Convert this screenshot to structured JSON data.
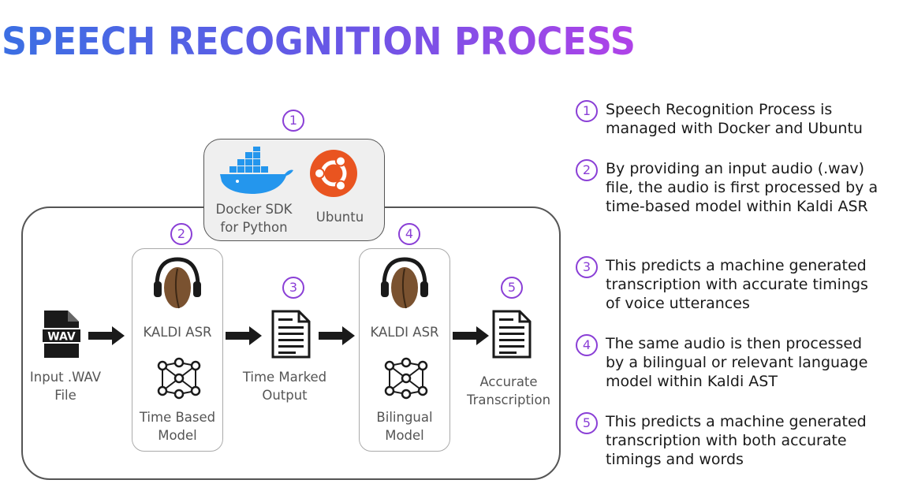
{
  "title": "SPEECH RECOGNITION PROCESS",
  "colors": {
    "title_gradient_start": "#3b6fe3",
    "title_gradient_end": "#b042e8",
    "step_circle": "#8a3fd6",
    "ubuntu_orange": "#e95420",
    "docker_blue": "#2496ed"
  },
  "diagram": {
    "steps": {
      "s1": "1",
      "s2": "2",
      "s3": "3",
      "s4": "4",
      "s5": "5"
    },
    "docker_label": "Docker SDK for Python",
    "ubuntu_label": "Ubuntu",
    "input_file_badge": "WAV",
    "input_label": "Input .WAV File",
    "kaldi_label_1": "KALDI ASR",
    "model_1_label": "Time Based Model",
    "time_marked_label": "Time Marked Output",
    "kaldi_label_2": "KALDI ASR",
    "model_2_label": "Bilingual Model",
    "accurate_label": "Accurate Transcription"
  },
  "notes": [
    {
      "num": "1",
      "text": "Speech Recognition Process is managed with Docker and Ubuntu"
    },
    {
      "num": "2",
      "text": "By providing an input audio (.wav) file, the audio is first processed by a time-based model within Kaldi ASR"
    },
    {
      "num": "3",
      "text": "This predicts a machine generated transcription with accurate timings of voice utterances"
    },
    {
      "num": "4",
      "text": "The same audio is then processed by a bilingual or relevant language model within Kaldi AST"
    },
    {
      "num": "5",
      "text": "This predicts a machine generated transcription with both accurate timings and words"
    }
  ]
}
